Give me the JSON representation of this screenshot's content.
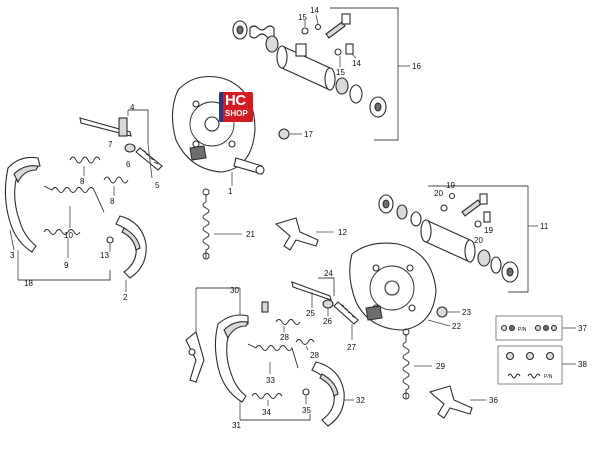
{
  "logo": {
    "line1": "HC",
    "line2": "SHOP"
  },
  "callouts": {
    "c1": "1",
    "c2": "2",
    "c3": "3",
    "c4": "4",
    "c5": "5",
    "c6": "6",
    "c7": "7",
    "c8a": "8",
    "c8b": "8",
    "c9": "9",
    "c10": "10",
    "c11": "11",
    "c12": "12",
    "c13": "13",
    "c14a": "14",
    "c14b": "14",
    "c15a": "15",
    "c15b": "15",
    "c16": "16",
    "c17": "17",
    "c18": "18",
    "c19a": "19",
    "c19b": "19",
    "c20a": "20",
    "c20b": "20",
    "c21": "21",
    "c22": "22",
    "c23": "23",
    "c24": "24",
    "c25": "25",
    "c26": "26",
    "c27": "27",
    "c28a": "28",
    "c28b": "28",
    "c29": "29",
    "c30": "30",
    "c31": "31",
    "c32": "32",
    "c33": "33",
    "c34": "34",
    "c35": "35",
    "c36": "36",
    "c37": "37",
    "c38": "38"
  },
  "kit_text": {
    "box37_label": "P/N",
    "box38_label": "P/N"
  },
  "colors": {
    "logo_red": "#d71920",
    "logo_blue": "#1f3b8f",
    "line": "#2b2b2b"
  }
}
